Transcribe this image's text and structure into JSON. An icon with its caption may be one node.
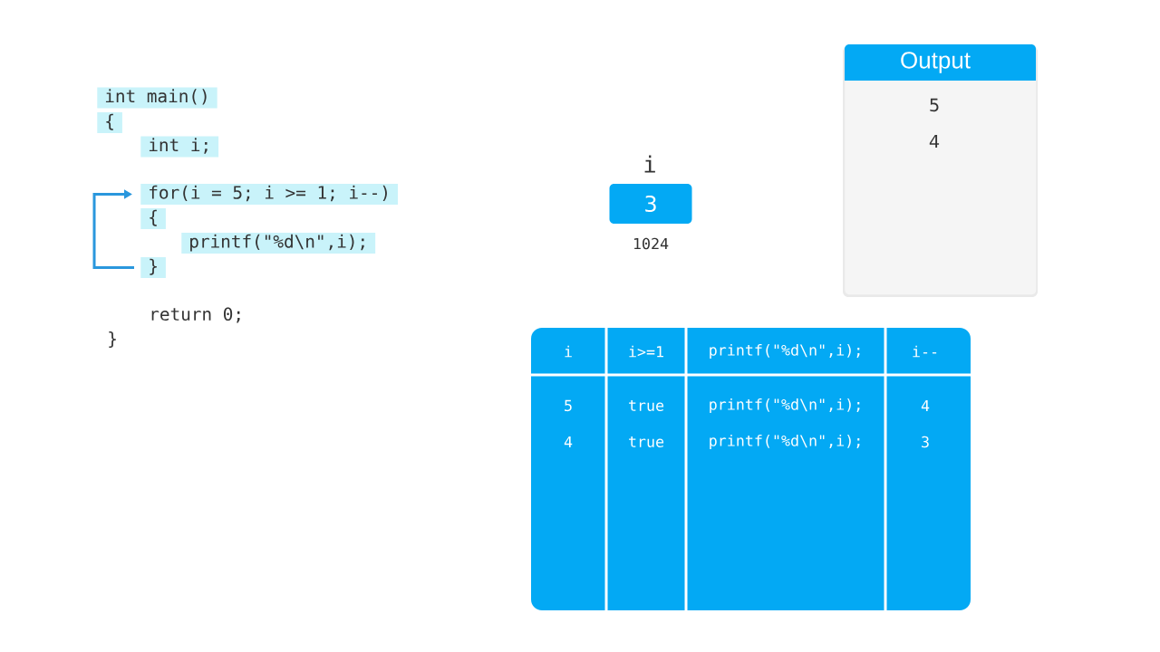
{
  "diagram": {
    "nodes": [
      {
        "text": [
          "int main()"
        ]
      },
      {
        "text": [
          "{"
        ]
      },
      {
        "text": [
          "int i;"
        ]
      },
      {
        "text": [
          "for(i = 5; i >= 1; i--)"
        ]
      },
      {
        "text": [
          "{"
        ]
      },
      {
        "text": [
          "printf(\"%d\\n\",i);"
        ]
      },
      {
        "text": [
          "}"
        ]
      },
      {
        "text": [
          "3"
        ],
        "beside": [
          "i",
          "1024"
        ]
      },
      {
        "text": [
          "Output",
          "5",
          "4"
        ]
      }
    ],
    "edges": [
      {
        "from": 6,
        "to": 3,
        "arrow": "to"
      }
    ],
    "labels": [
      "return 0;",
      "}",
      "i",
      "i>=1",
      "printf(\"%d\\n\",i);",
      "i--",
      "5",
      "true",
      "printf(\"%d\\n\",i);",
      "4",
      "4",
      "true",
      "printf(\"%d\\n\",i);",
      "3"
    ]
  }
}
